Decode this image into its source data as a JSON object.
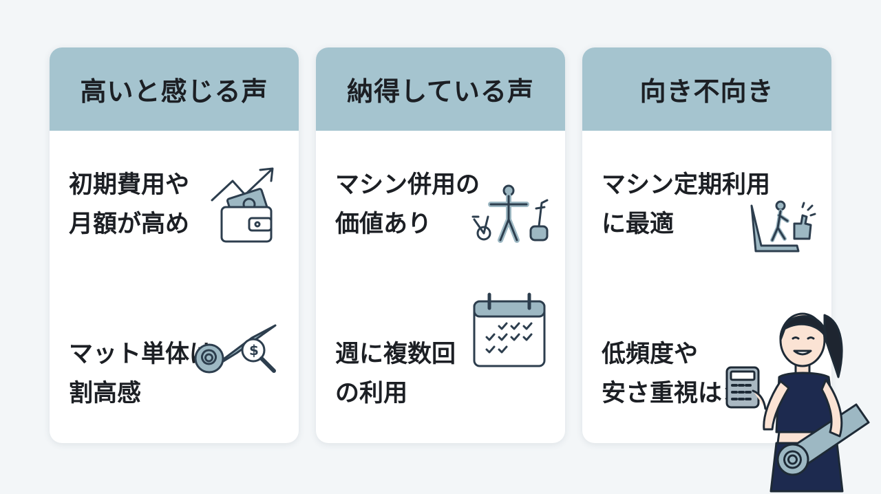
{
  "columns": [
    {
      "title": "高いと感じる声",
      "items": [
        {
          "lines": [
            "初期費用や",
            "月額が高め"
          ],
          "icon": "wallet-money-up-icon"
        },
        {
          "lines": [
            "マット単体は",
            "割高感"
          ],
          "icon": "mat-price-search-icon"
        }
      ]
    },
    {
      "title": "納得している声",
      "items": [
        {
          "lines": [
            "マシン併用の",
            "価値あり"
          ],
          "icon": "gym-machines-icon"
        },
        {
          "lines": [
            "週に複数回",
            "の利用"
          ],
          "icon": "calendar-checks-icon"
        }
      ]
    },
    {
      "title": "向き不向き",
      "items": [
        {
          "lines": [
            "マシン定期利用",
            "に最適"
          ],
          "icon": "treadmill-thumbs-up-icon"
        },
        {
          "lines": [
            "低頻度や",
            "安さ重視は×"
          ],
          "icon": "woman-calculator-mat-illustration"
        }
      ]
    }
  ],
  "colors": {
    "header": "#a5c4cf",
    "card": "#ffffff",
    "background": "#f3f6f8",
    "icon_stroke": "#2d3e4e",
    "icon_fill": "#9db8c3",
    "text": "#1c1f24"
  }
}
